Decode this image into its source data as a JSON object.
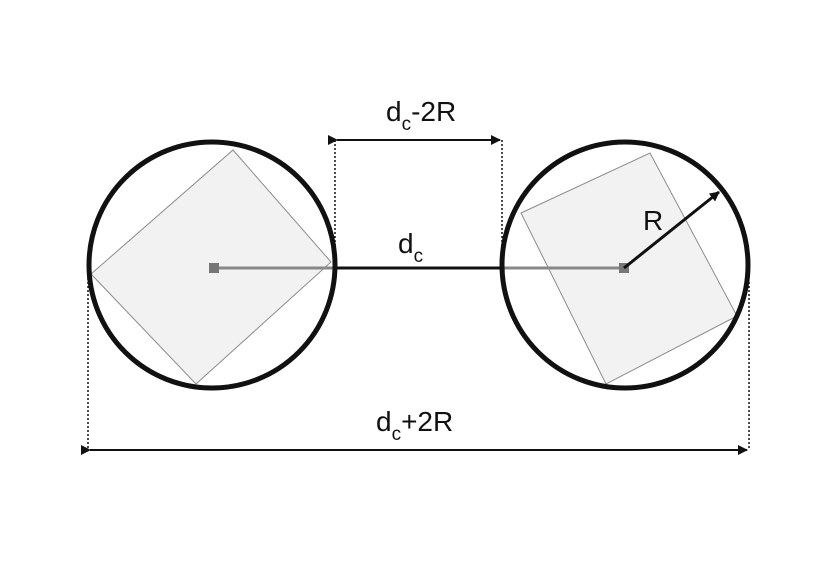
{
  "labels": {
    "top_gap": {
      "main": "d",
      "sub": "c",
      "suffix": "-2R"
    },
    "center_distance": {
      "main": "d",
      "sub": "c"
    },
    "total_width": {
      "main": "d",
      "sub": "c",
      "suffix": "+2R"
    },
    "radius": "R"
  },
  "colors": {
    "circle_stroke": "#111111",
    "square_fill": "#f2f2f2",
    "square_stroke": "#8c8c8c",
    "center_line": "#888888",
    "center_marker": "#777777"
  }
}
